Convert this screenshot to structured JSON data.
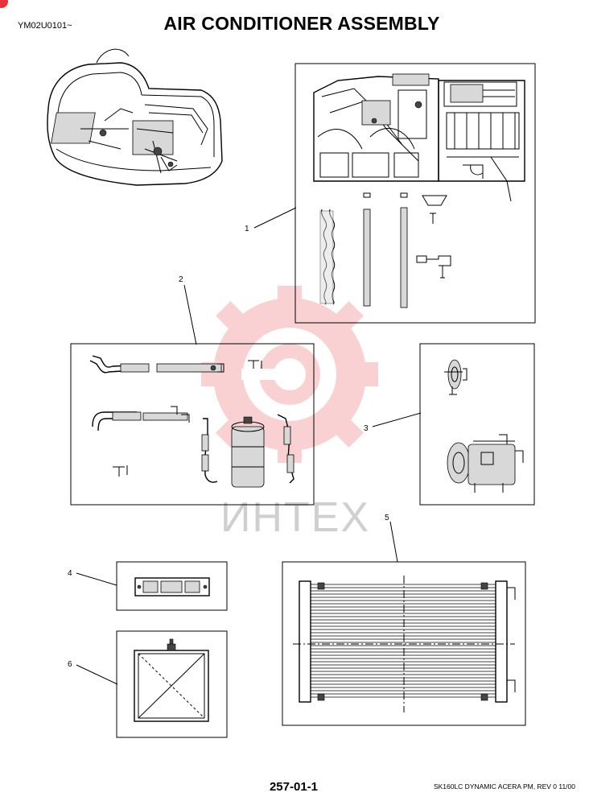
{
  "header": {
    "serial": "YM02U0101~",
    "title": "AIR CONDITIONER ASSEMBLY"
  },
  "watermark": {
    "text": "ИНТЕХ",
    "logo_color": "#e8333a"
  },
  "callouts": {
    "c1": "1",
    "c2": "2",
    "c3": "3",
    "c4": "4",
    "c5": "5",
    "c6": "6"
  },
  "footer": {
    "page_number": "257-01-1",
    "doc_ref": "SK160LC DYNAMIC ACERA PM,  REV 0 11/00"
  },
  "icons": {
    "corner_mark": "red-tab-icon"
  }
}
